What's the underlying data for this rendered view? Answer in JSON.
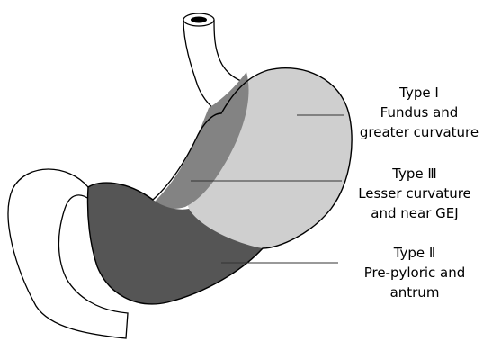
{
  "colors": {
    "type1_fill": "#cfcfcf",
    "type3_fill": "#838383",
    "type2_fill": "#555555",
    "outline": "#000000",
    "background": "#ffffff"
  },
  "labels": [
    {
      "id": "type-1",
      "title": "Type Ⅰ",
      "desc": [
        "Fundus and",
        "greater curvature"
      ]
    },
    {
      "id": "type-3",
      "title": "Type Ⅲ",
      "desc": [
        "Lesser curvature",
        "and near GEJ"
      ]
    },
    {
      "id": "type-2",
      "title": "Type Ⅱ",
      "desc": [
        "Pre-pyloric and",
        "antrum"
      ]
    }
  ]
}
